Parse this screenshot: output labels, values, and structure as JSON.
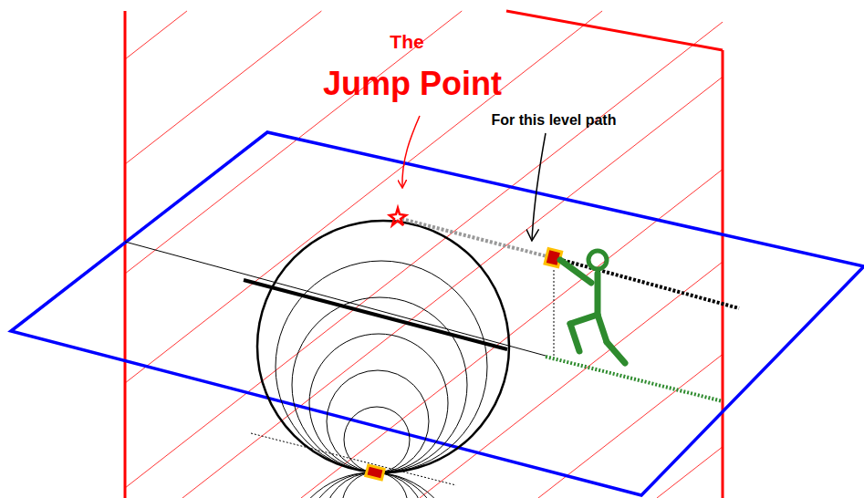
{
  "diagram": {
    "labels": [
      "The",
      "Jump Point",
      "For this level path"
    ]
  }
}
